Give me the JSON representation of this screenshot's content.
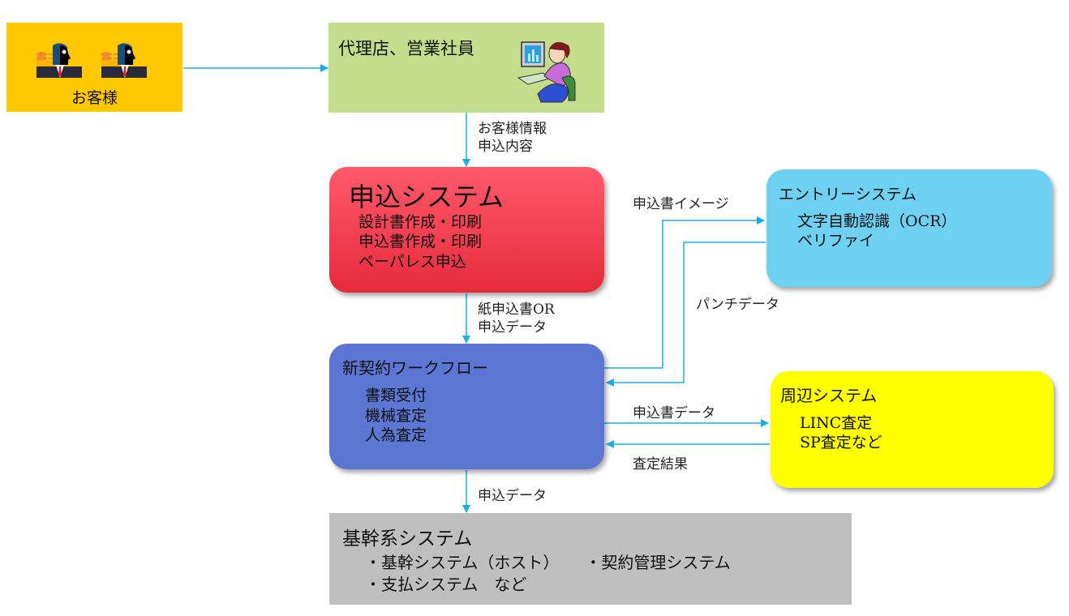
{
  "colors": {
    "arrow": "#1aaee6",
    "customer": "#ffc800",
    "agent": "#c3dd8c",
    "apply_system": "#ff4557",
    "entry_system": "#6fd1f2",
    "workflow": "#5b76d3",
    "peripheral_system": "#ffff00",
    "core_system": "#bfbfbf"
  },
  "nodes": {
    "customer": {
      "title": "お客様",
      "icons": [
        "businessman-icon",
        "businessman-icon"
      ]
    },
    "agent": {
      "title": "代理店、営業社員",
      "icon": "computer-user-icon"
    },
    "apply_system": {
      "title": "申込システム",
      "items": [
        "設計書作成・印刷",
        "申込書作成・印刷",
        "ペーパレス申込"
      ]
    },
    "entry_system": {
      "title": "エントリーシステム",
      "items": [
        "文字自動認識（OCR）",
        "ベリファイ"
      ]
    },
    "workflow": {
      "title": "新契約ワークフロー",
      "items": [
        "書類受付",
        "機械査定",
        "人為査定"
      ]
    },
    "peripheral_system": {
      "title": "周辺システム",
      "items": [
        "LINC査定",
        "SP査定など"
      ]
    },
    "core_system": {
      "title": "基幹系システム",
      "items": [
        "・基幹システム（ホスト）",
        "・契約管理システム",
        "・支払システム　など"
      ]
    }
  },
  "edges": [
    {
      "from": "customer",
      "to": "agent",
      "label": ""
    },
    {
      "from": "agent",
      "to": "apply_system",
      "label_lines": [
        "お客様情報",
        "申込内容"
      ]
    },
    {
      "from": "apply_system",
      "to": "workflow",
      "label_lines": [
        "紙申込書OR",
        "申込データ"
      ]
    },
    {
      "from": "workflow",
      "to": "entry_system",
      "label": "申込書イメージ"
    },
    {
      "from": "entry_system",
      "to": "workflow",
      "label": "パンチデータ"
    },
    {
      "from": "workflow",
      "to": "peripheral_system",
      "label": "申込書データ"
    },
    {
      "from": "peripheral_system",
      "to": "workflow",
      "label": "査定結果"
    },
    {
      "from": "workflow",
      "to": "core_system",
      "label": "申込データ"
    }
  ]
}
